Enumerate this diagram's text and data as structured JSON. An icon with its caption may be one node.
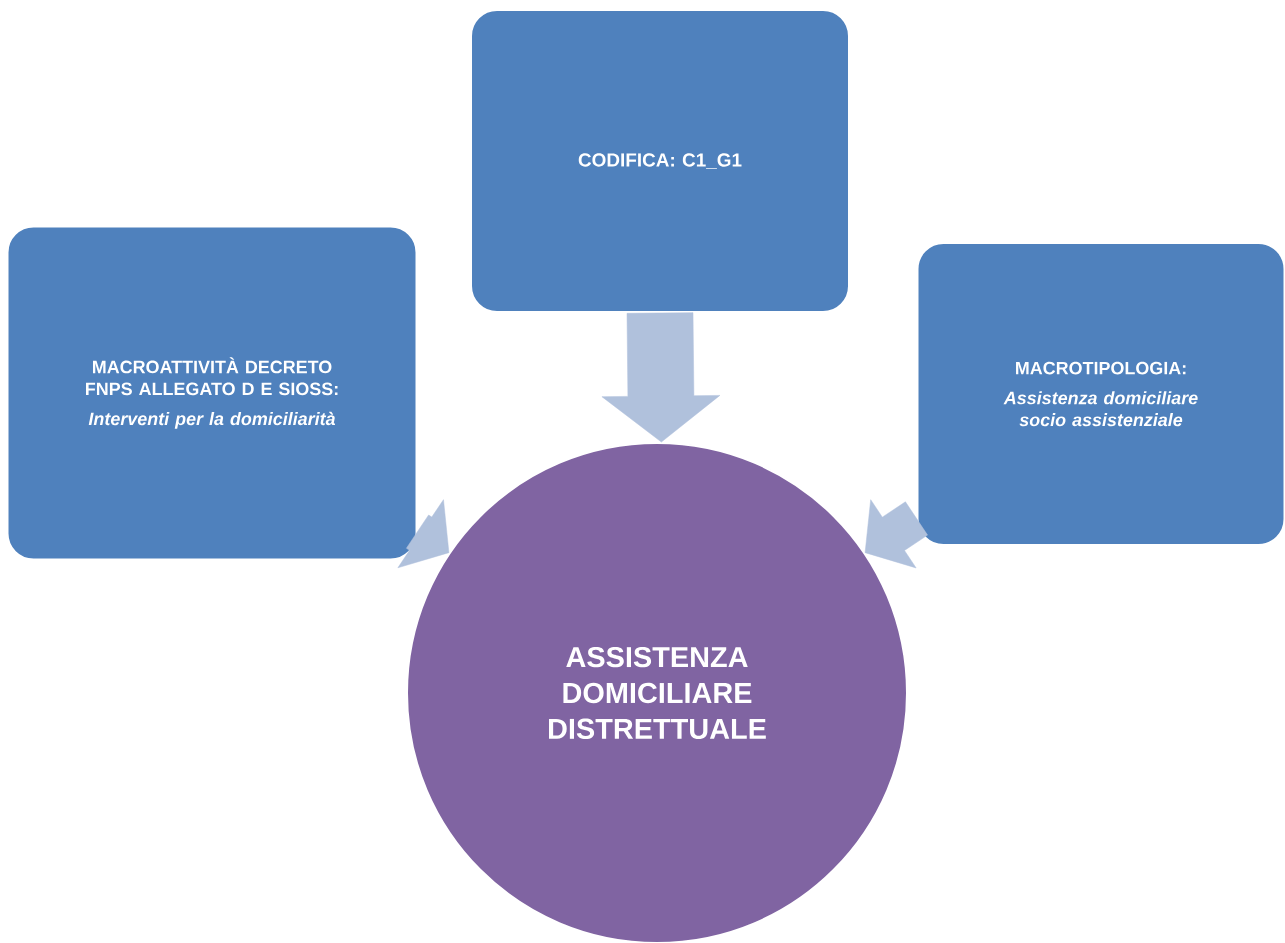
{
  "diagram": {
    "nodes": [
      {
        "text": [
          "CODIFICA: C1_G1"
        ]
      },
      {
        "text": [
          "MACROATTIVITÀ DECRETO FNPS ALLEGATO D E SIOSS:",
          "Interventi per la domiciliarità"
        ]
      },
      {
        "text": [
          "MACROTIPOLOGIA:",
          "Assistenza domiciliare socio assistenziale"
        ]
      },
      {
        "text": [
          "ASSISTENZA DOMICILIARE DISTRETTUALE"
        ]
      }
    ],
    "edges": [
      {
        "from": 0,
        "to": 3,
        "arrow": "to"
      },
      {
        "from": 1,
        "to": 3,
        "arrow": "to"
      },
      {
        "from": 2,
        "to": 3,
        "arrow": "to"
      }
    ]
  }
}
